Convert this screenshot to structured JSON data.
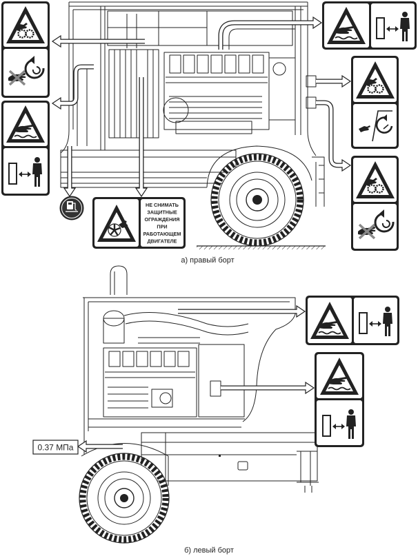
{
  "captions": {
    "right_side": "а) правый борт",
    "left_side": "б) левый борт"
  },
  "guard_decal": {
    "lines": [
      "НЕ СНИМАТЬ",
      "ЗАЩИТНЫЕ",
      "ОГРАЖДЕНИЯ",
      "ПРИ",
      "РАБОТАЮЩЕМ",
      "ДВИГАТЕЛЕ"
    ]
  },
  "pressure_label": "0.37 МПа",
  "icons": {
    "entanglement": "entanglement-warning-icon",
    "hot_fluid": "hot-fluid-warning-icon",
    "fan": "fan-warning-icon",
    "keep_distance": "keep-distance-icon",
    "no_hands": "no-hands-rotating-parts-icon",
    "hand_rotate": "hand-rotating-parts-icon",
    "fuel": "fuel-pump-icon"
  },
  "colors": {
    "line": "#222222",
    "background": "#ffffff",
    "cross": "#888888"
  }
}
